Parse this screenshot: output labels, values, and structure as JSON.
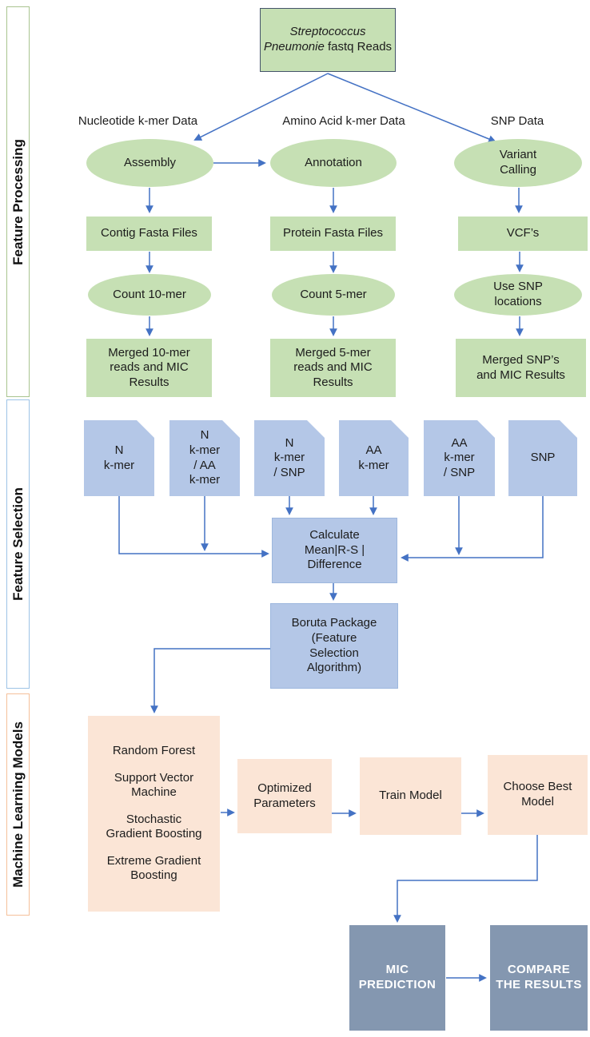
{
  "colors": {
    "green_fill": "#c6e0b4",
    "blue_fill": "#b4c7e7",
    "peach_fill": "#fbe5d6",
    "slate_fill": "#8497b0",
    "arrow": "#4472c4",
    "source_border": "#44546a",
    "sidebar_green_border": "#a9c48f",
    "sidebar_blue_border": "#9dc3e6",
    "sidebar_orange_border": "#f5c09a"
  },
  "sidebar": {
    "sections": [
      {
        "label": "Feature Processing"
      },
      {
        "label": "Feature Selection"
      },
      {
        "label": "Machine Learning Models"
      }
    ]
  },
  "source": {
    "species_italic": "Streptococcus Pneumonie",
    "suffix": " fastq Reads"
  },
  "columns": [
    {
      "header": "Nucleotide k-mer Data",
      "process": "Assembly",
      "files": "Contig Fasta Files",
      "count": "Count 10-mer",
      "merged": "Merged 10-mer\nreads and MIC\nResults"
    },
    {
      "header": "Amino Acid k-mer Data",
      "process": "Annotation",
      "files": "Protein Fasta Files",
      "count": "Count 5-mer",
      "merged": "Merged 5-mer\nreads and MIC\nResults"
    },
    {
      "header": "SNP Data",
      "process": "Variant\nCalling",
      "files": "VCF’s",
      "count": "Use SNP\nlocations",
      "merged": "Merged SNP’s\nand MIC Results"
    }
  ],
  "feature_sets": [
    {
      "label": "N\nk-mer"
    },
    {
      "label": "N\nk-mer\n/ AA\nk-mer"
    },
    {
      "label": "N\nk-mer\n/ SNP"
    },
    {
      "label": "AA\nk-mer"
    },
    {
      "label": "AA\nk-mer\n/ SNP"
    },
    {
      "label": "SNP"
    }
  ],
  "feature_selection": {
    "calculate": "Calculate\nMean|R-S |\nDifference",
    "boruta": "Boruta Package\n(Feature\nSelection\nAlgorithm)"
  },
  "models": {
    "algorithms": [
      "Random Forest",
      "Support Vector\nMachine",
      "Stochastic\nGradient Boosting",
      "Extreme Gradient\nBoosting"
    ],
    "optimized": "Optimized\nParameters",
    "train": "Train Model",
    "choose": "Choose Best\nModel"
  },
  "outputs": {
    "mic": "MIC\nPREDICTION",
    "compare": "COMPARE\nTHE RESULTS"
  }
}
